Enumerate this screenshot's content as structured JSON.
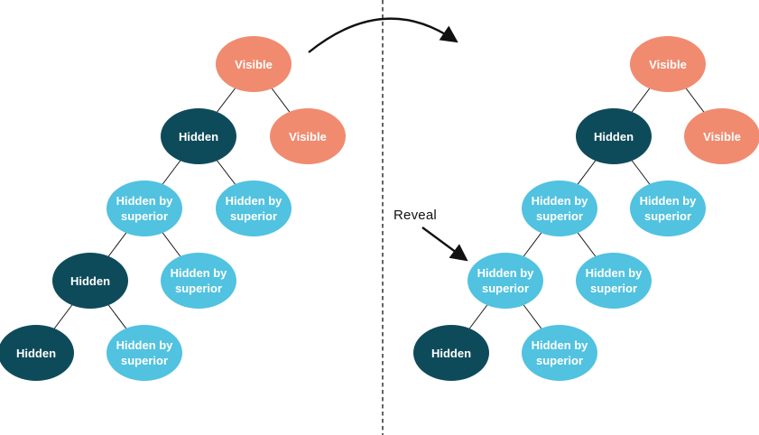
{
  "diagram": {
    "reveal_label": "Reveal",
    "colors": {
      "visible_node": "#F08B70",
      "hidden_node": "#0E4B5A",
      "hidden_by_superior_node": "#51C2E0",
      "node_text": "#FFFFFF",
      "edge": "#1A1A1A",
      "annotation_text": "#111111",
      "background": "#FFFFFF"
    },
    "trees": {
      "left": {
        "nodes": [
          {
            "label": "Visible",
            "state": "visible"
          },
          {
            "label": "Hidden",
            "state": "hidden"
          },
          {
            "label": "Visible",
            "state": "visible"
          },
          {
            "label": "Hidden by superior",
            "state": "hidden_by_superior"
          },
          {
            "label": "Hidden by superior",
            "state": "hidden_by_superior"
          },
          {
            "label": "Hidden",
            "state": "hidden"
          },
          {
            "label": "Hidden by superior",
            "state": "hidden_by_superior"
          },
          {
            "label": "Hidden",
            "state": "hidden"
          },
          {
            "label": "Hidden by superior",
            "state": "hidden_by_superior"
          }
        ]
      },
      "right": {
        "nodes": [
          {
            "label": "Visible",
            "state": "visible"
          },
          {
            "label": "Hidden",
            "state": "hidden"
          },
          {
            "label": "Visible",
            "state": "visible"
          },
          {
            "label": "Hidden by superior",
            "state": "hidden_by_superior"
          },
          {
            "label": "Hidden by superior",
            "state": "hidden_by_superior"
          },
          {
            "label": "Hidden by superior",
            "state": "hidden_by_superior"
          },
          {
            "label": "Hidden by superior",
            "state": "hidden_by_superior"
          },
          {
            "label": "Hidden",
            "state": "hidden"
          },
          {
            "label": "Hidden by superior",
            "state": "hidden_by_superior"
          }
        ]
      }
    }
  }
}
